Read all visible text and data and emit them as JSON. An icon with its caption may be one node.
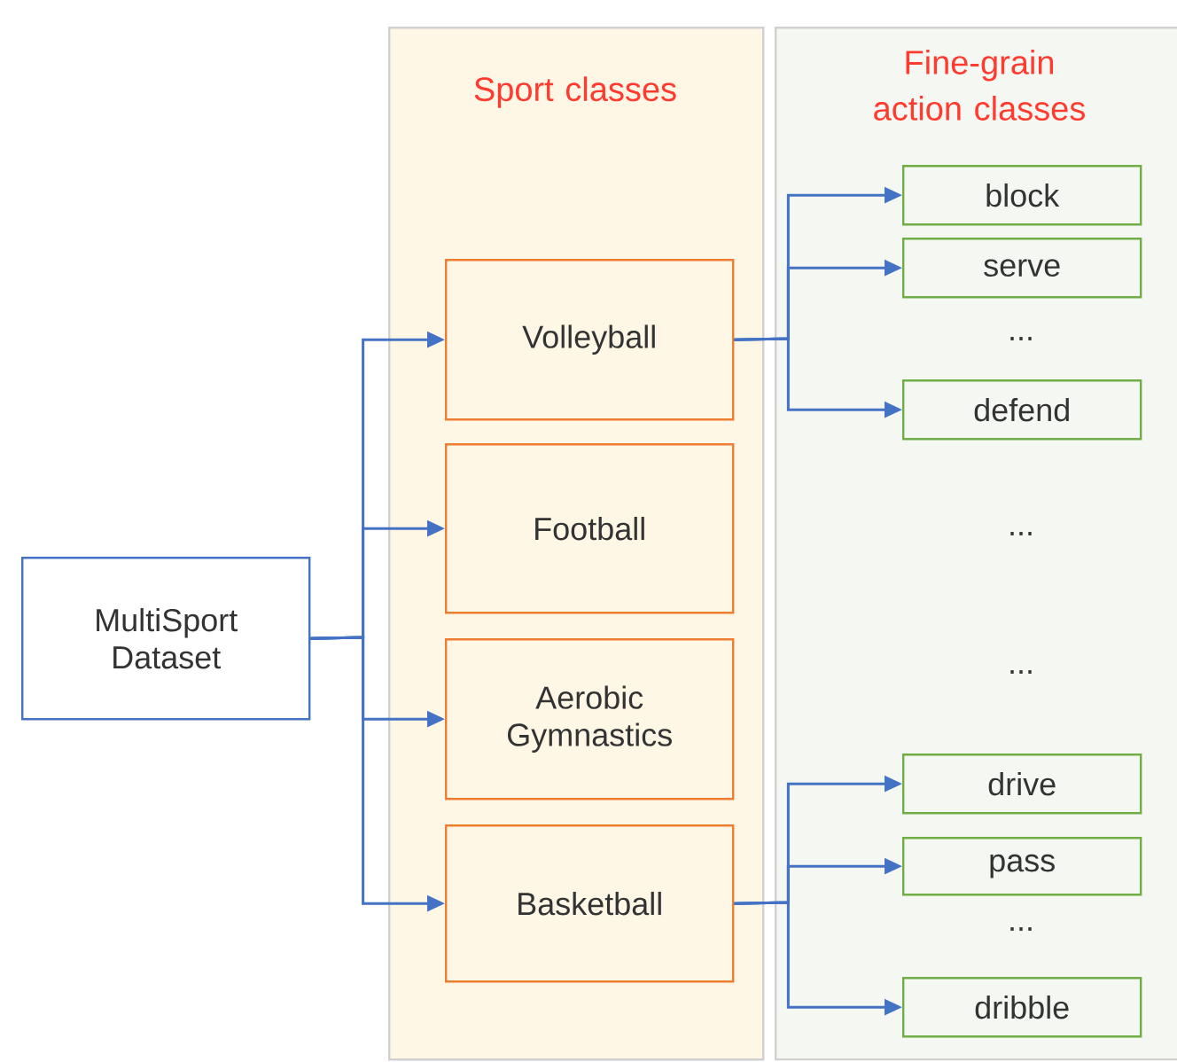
{
  "diagram": {
    "nodes": [
      {
        "text": [
          "MultiSport Dataset"
        ]
      },
      {
        "text": [
          "Sport classes"
        ]
      },
      {
        "text": [
          "Volleyball"
        ],
        "in": 1
      },
      {
        "text": [
          "Football"
        ],
        "in": 1
      },
      {
        "text": [
          "Aerobic Gymnastics"
        ],
        "in": 1
      },
      {
        "text": [
          "Basketball"
        ],
        "in": 1
      },
      {
        "text": [
          "Fine-grain action classes"
        ]
      },
      {
        "text": [
          "block"
        ],
        "in": 6
      },
      {
        "text": [
          "serve"
        ],
        "in": 6
      },
      {
        "text": [
          "defend"
        ],
        "in": 6
      },
      {
        "text": [
          "drive"
        ],
        "in": 6
      },
      {
        "text": [
          "pass"
        ],
        "in": 6
      },
      {
        "text": [
          "dribble"
        ],
        "in": 6
      }
    ],
    "edges": [
      {
        "from": 0,
        "to": 2,
        "arrow": "to"
      },
      {
        "from": 0,
        "to": 3,
        "arrow": "to"
      },
      {
        "from": 0,
        "to": 4,
        "arrow": "to"
      },
      {
        "from": 0,
        "to": 5,
        "arrow": "to"
      },
      {
        "from": 2,
        "to": 7,
        "arrow": "to"
      },
      {
        "from": 2,
        "to": 8,
        "arrow": "to"
      },
      {
        "from": 2,
        "to": 9,
        "arrow": "to"
      },
      {
        "from": 5,
        "to": 10,
        "arrow": "to"
      },
      {
        "from": 5,
        "to": 11,
        "arrow": "to"
      },
      {
        "from": 5,
        "to": 12,
        "arrow": "to"
      }
    ],
    "labels": [
      "...",
      "...",
      "...",
      "..."
    ]
  }
}
